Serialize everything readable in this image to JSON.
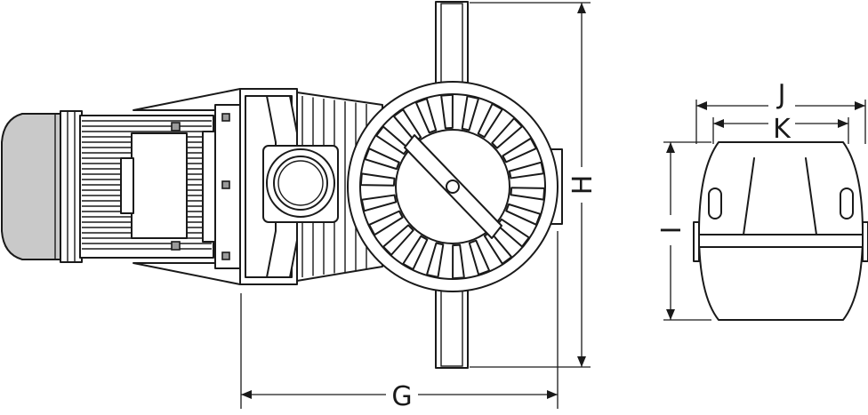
{
  "dimensions": {
    "G": "G",
    "H": "H",
    "I": "I",
    "J": "J",
    "K": "K"
  }
}
